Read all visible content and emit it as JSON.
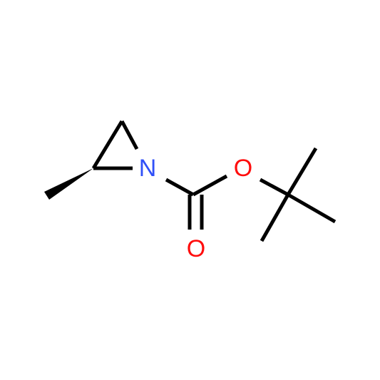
{
  "molecule": {
    "atoms": {
      "nitrogen": {
        "label": "N",
        "color": "#3050F8"
      },
      "ester_oxygen": {
        "label": "O",
        "color": "#FF0D0D"
      },
      "carbonyl_oxygen": {
        "label": "O",
        "color": "#FF0D0D"
      }
    },
    "bond_color": "#000000"
  }
}
